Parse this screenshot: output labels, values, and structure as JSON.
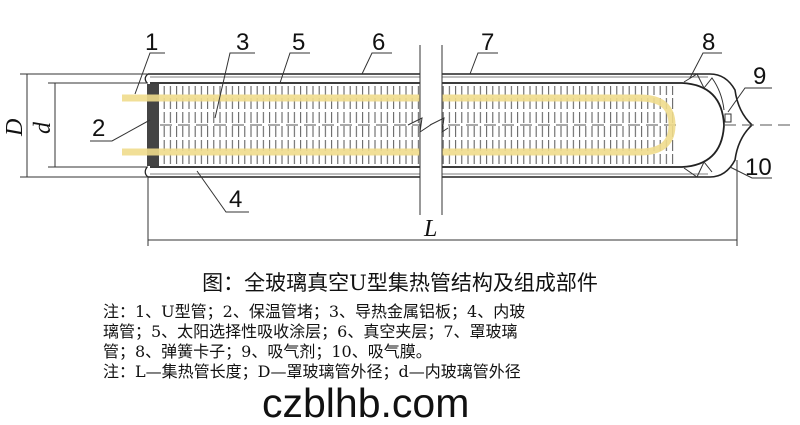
{
  "diagram": {
    "part_labels": [
      "1",
      "2",
      "3",
      "4",
      "5",
      "6",
      "7",
      "8",
      "9",
      "10"
    ],
    "dimension_labels": {
      "outer_diameter": "D",
      "inner_diameter": "d",
      "length": "L"
    },
    "colors": {
      "u_tube": "#f0dc8c",
      "line": "#222222"
    }
  },
  "caption": {
    "title": "图：全玻璃真空U型集热管结构及组成部件",
    "notes": [
      "注：1、U型管；2、保温管堵；3、导热金属铝板；4、内玻",
      "璃管；5、太阳选择性吸收涂层；6、真空夹层；7、罩玻璃",
      "管；8、弹簧卡子；9、吸气剂；10、吸气膜。",
      "注：L—集热管长度；D—罩玻璃管外径；d—内玻璃管外径"
    ]
  },
  "watermark": "czblhb.com"
}
